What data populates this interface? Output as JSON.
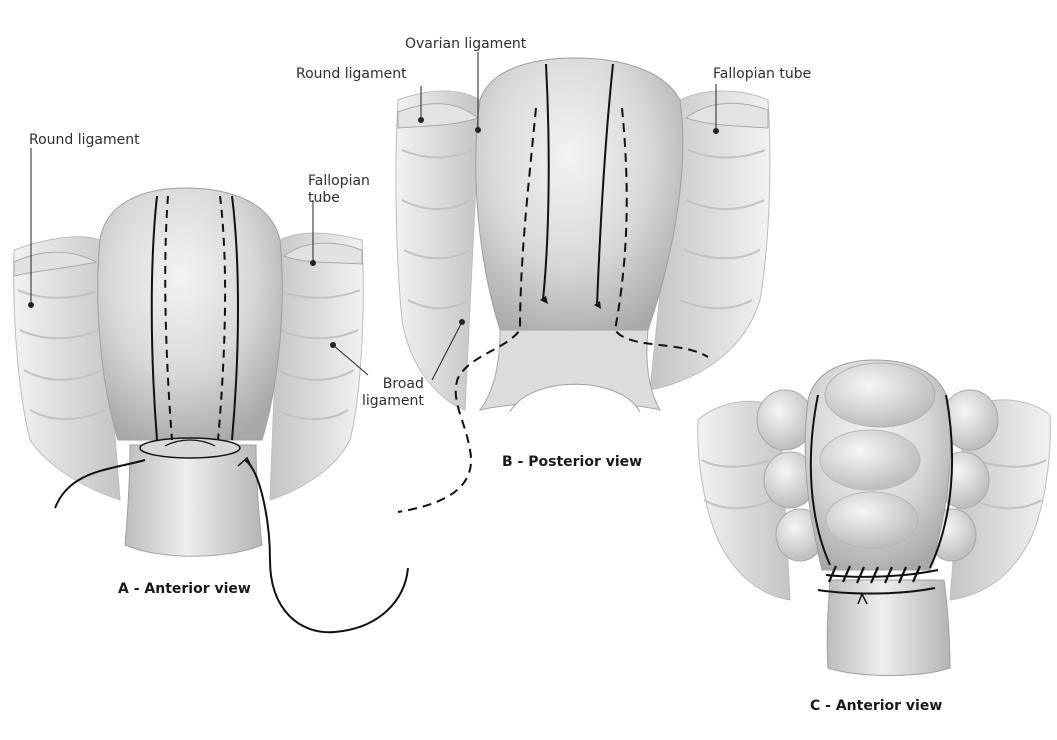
{
  "labels": {
    "a_round_ligament": "Round ligament",
    "a_fallopian_tube_line1": "Fallopian",
    "a_fallopian_tube_line2": "tube",
    "broad_ligament_line1": "Broad",
    "broad_ligament_line2": "ligament",
    "b_ovarian_ligament": "Ovarian ligament",
    "b_round_ligament": "Round ligament",
    "b_fallopian_tube": "Fallopian tube"
  },
  "captions": {
    "a": "A - Anterior view",
    "b": "B - Posterior view",
    "c": "C - Anterior view"
  },
  "colors": {
    "tissue_light": "#efefef",
    "tissue_mid": "#cfcfcf",
    "tissue_dark": "#9a9a9a",
    "line": "#111111"
  }
}
